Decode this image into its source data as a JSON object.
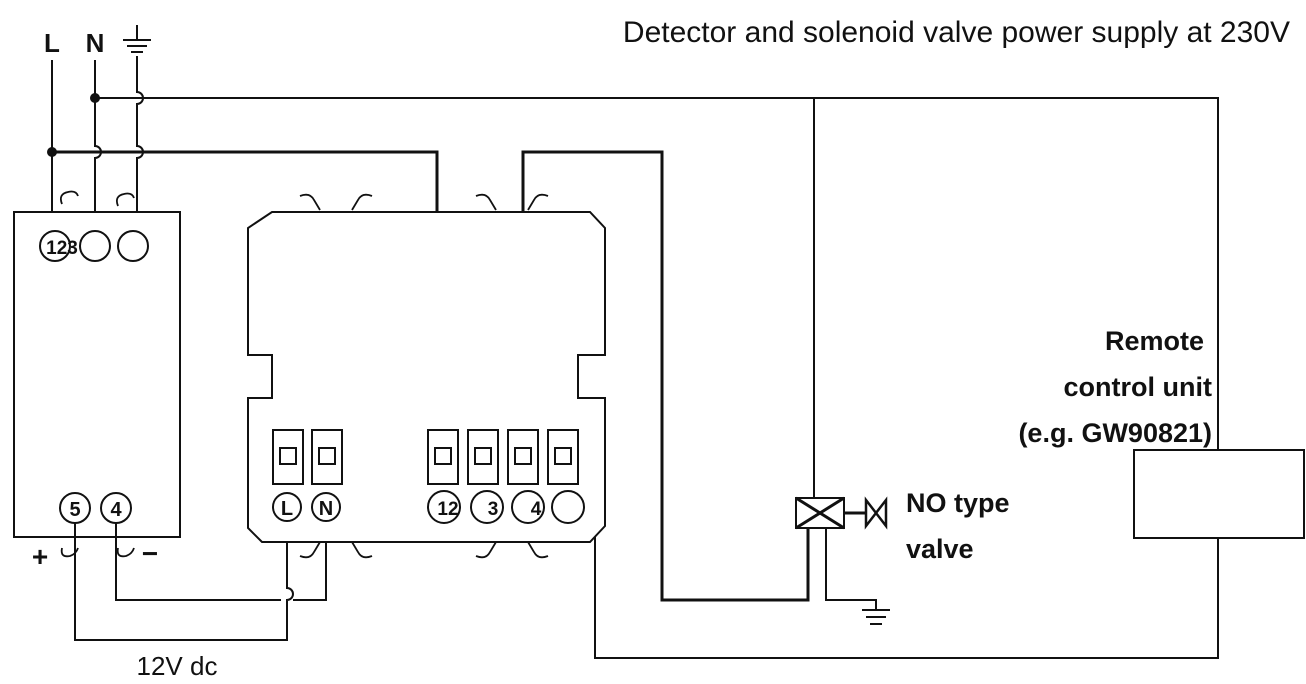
{
  "title": "Detector and solenoid valve power supply at 230V",
  "mains": {
    "line": "L",
    "neutral": "N"
  },
  "power_supply": {
    "top_terminals": [
      "123",
      "",
      ""
    ],
    "bottom_terminals": [
      "5",
      "4"
    ],
    "plus": "+",
    "minus": "−"
  },
  "detector": {
    "power_terminals": [
      "L",
      "N"
    ],
    "relay_terminals": [
      "12",
      "3",
      "4",
      ""
    ]
  },
  "supply_label": "12V dc",
  "valve": {
    "label_line1": "NO type",
    "label_line2": "valve"
  },
  "remote": {
    "line1": "Remote",
    "line2": "control unit",
    "line3": "(e.g. GW90821)"
  }
}
